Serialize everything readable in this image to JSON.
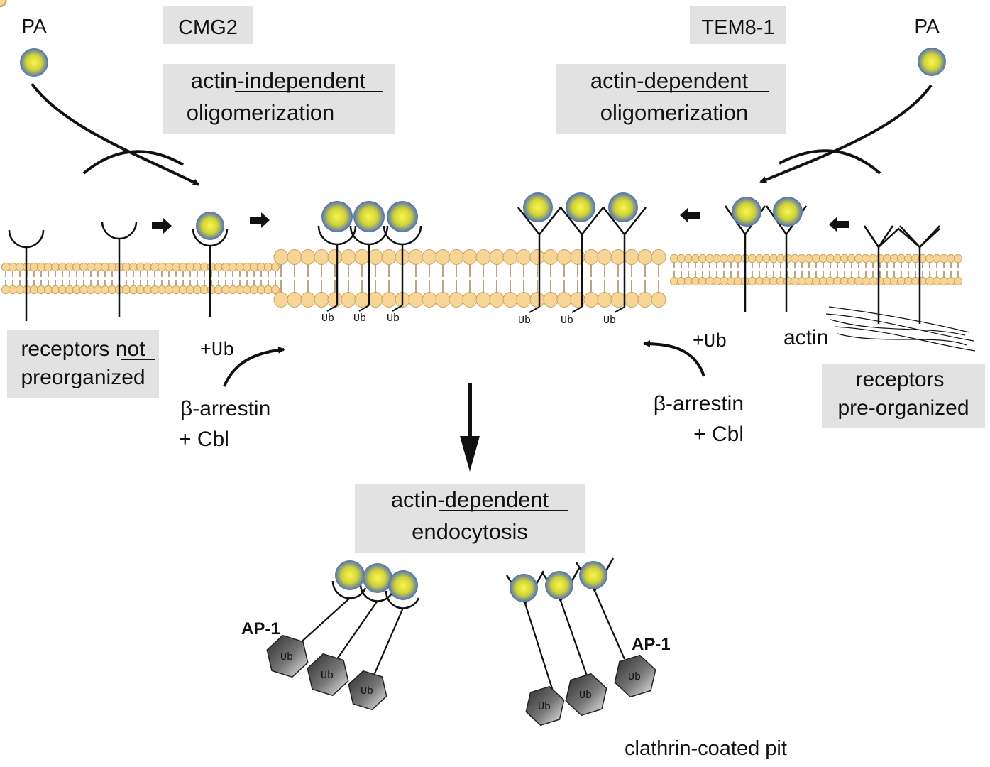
{
  "labels": {
    "pa_left": "PA",
    "pa_right": "PA",
    "cmg2": "CMG2",
    "tem8": "TEM8-1",
    "independent_line1_pre": "actin-",
    "independent_line1_emph": "independent",
    "independent_line2": "oligomerization",
    "dependent_line1_pre": "actin-",
    "dependent_line1_emph": "dependent",
    "dependent_line2": "oligomerization",
    "not_pre_line1_pre": "receptors ",
    "not_pre_line1_emph": "not",
    "not_pre_line2": "preorganized",
    "pre_line1": "receptors",
    "pre_line2": "pre-organized",
    "plus_ub_left": "+Ub",
    "plus_ub_right": "+Ub",
    "arrestin_left_1": "β-arrestin",
    "arrestin_left_2": "+ Cbl",
    "arrestin_right_1": "β-arrestin",
    "arrestin_right_2": "+ Cbl",
    "actin": "actin",
    "endo_line1_pre": "actin-",
    "endo_line1_emph": "dependent",
    "endo_line2": "endocytosis",
    "ap1_left": "AP-1",
    "ap1_right": "AP-1",
    "clathrin": "clathrin-coated pit",
    "ub_tag": "Ub"
  },
  "colors": {
    "lipid_head": "#f7d596",
    "lipid_outline": "#c9a15c",
    "pa_center": "#f4ee3a",
    "pa_edge": "#4f6fb8",
    "clathrin": "#e01b1b",
    "box": "#e2e2e2",
    "ap1_dark": "#3a3a3a"
  }
}
